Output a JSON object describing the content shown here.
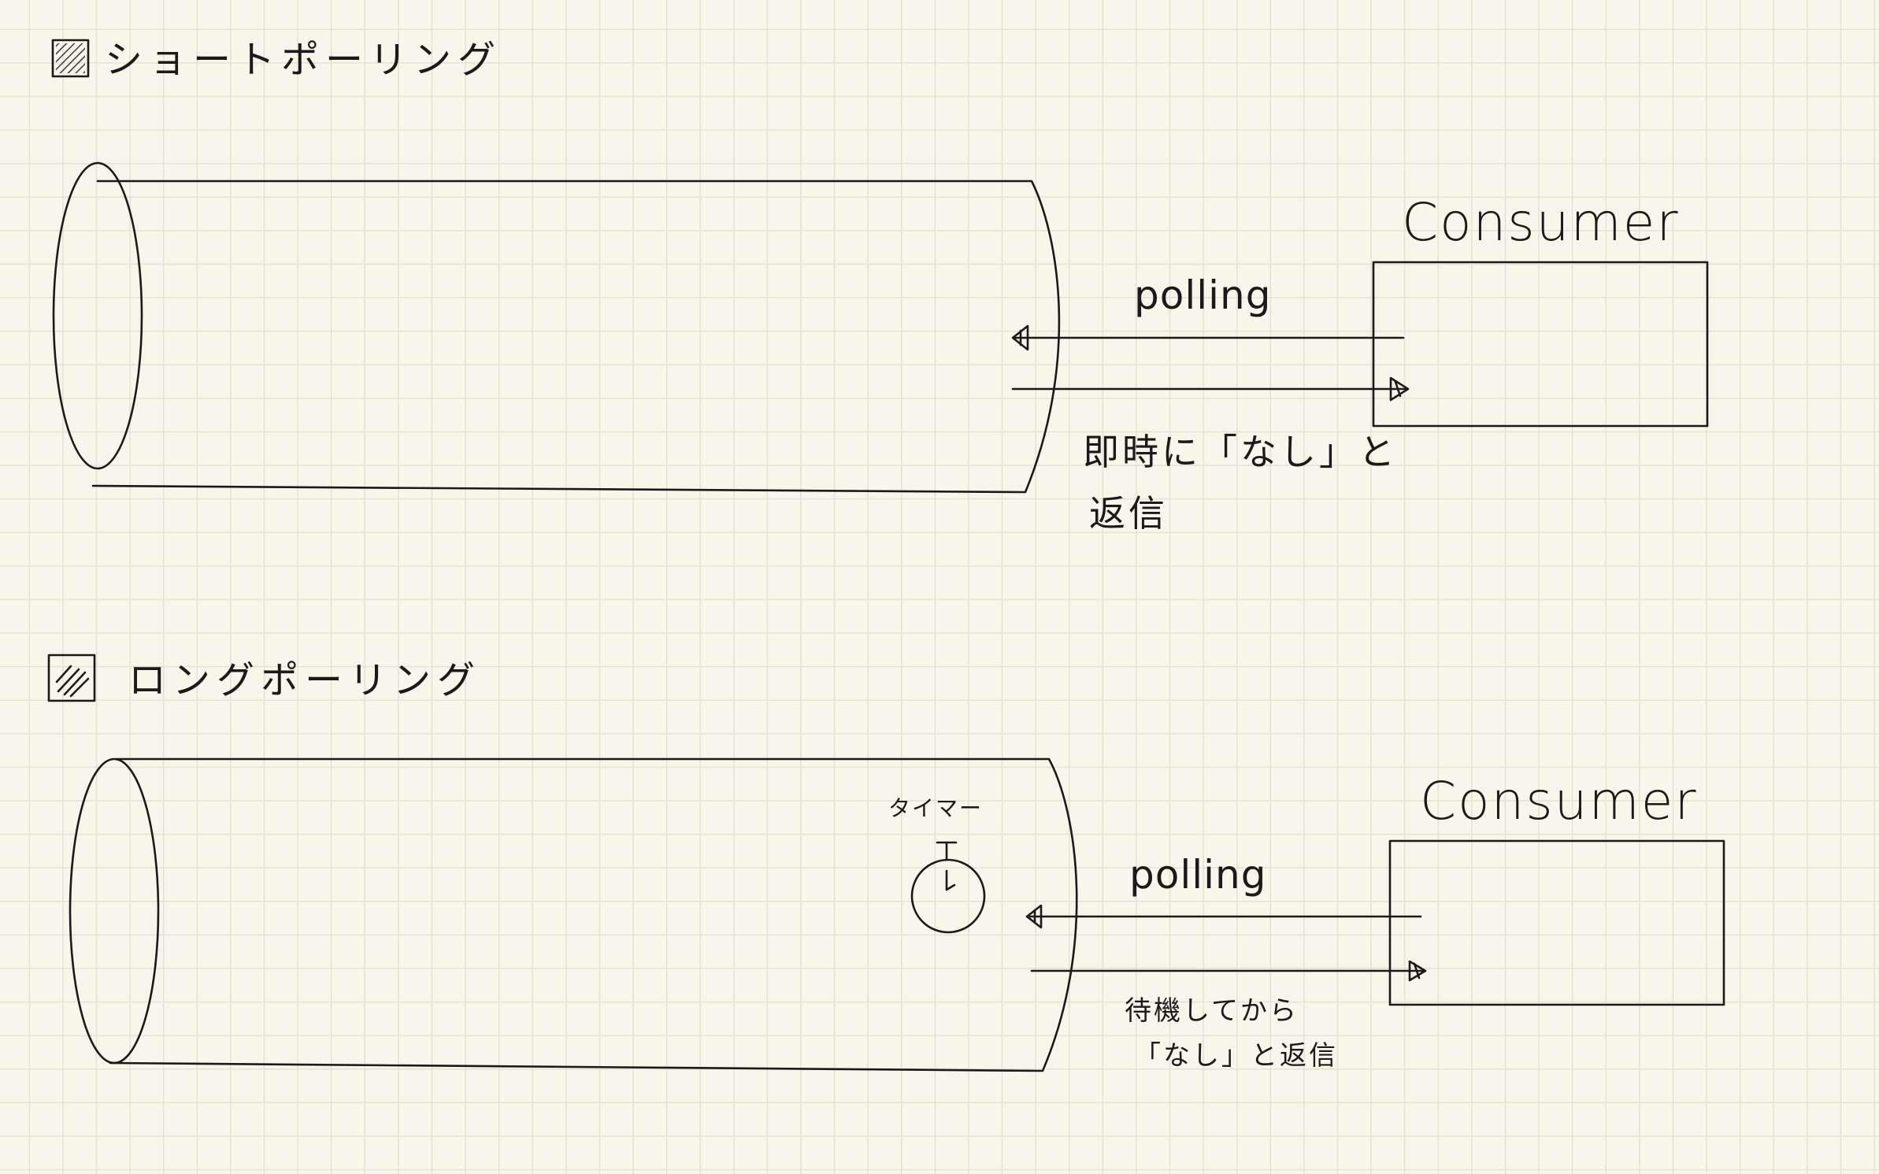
{
  "sections": [
    {
      "title": "ショートポーリング",
      "consumer_label": "Consumer",
      "arrow_label": "polling",
      "note_lines": [
        "即時に「なし」と",
        "返信"
      ]
    },
    {
      "title": "ロングポーリング",
      "consumer_label": "Consumer",
      "arrow_label": "polling",
      "timer_label": "タイマー",
      "note_lines": [
        "待機してから",
        "「なし」と返信"
      ]
    }
  ],
  "colors": {
    "ink": "#1a1a1a",
    "paper": "#f8f6ea",
    "grid": "#e3e1d3"
  }
}
